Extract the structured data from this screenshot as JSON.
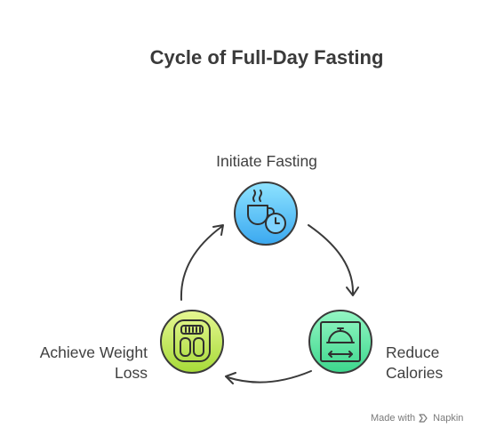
{
  "title": "Cycle of Full-Day Fasting",
  "steps": [
    {
      "label": "Initiate Fasting",
      "icon": "coffee-clock-icon",
      "color_top": "#7fdcff",
      "color_bottom": "#35a7f0",
      "border": "#3a3a3a"
    },
    {
      "label": "Reduce Calories",
      "icon": "scale-cloche-icon",
      "color_top": "#8ff5c0",
      "color_bottom": "#3ed88e",
      "border": "#3a3a3a"
    },
    {
      "label": "Achieve Weight Loss",
      "icon": "bathroom-scale-icon",
      "color_top": "#e2f58a",
      "color_bottom": "#a8dc3a",
      "border": "#3a3a3a"
    }
  ],
  "watermark": {
    "text": "Made with",
    "brand": "Napkin"
  },
  "arrow_color": "#3a3a3a"
}
